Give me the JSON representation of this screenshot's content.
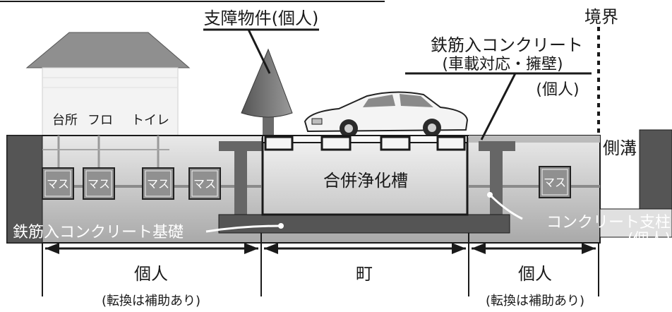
{
  "labels": {
    "obstacle": "支障物件(個人)",
    "boundary": "境界",
    "rc_top_line1": "鉄筋入コンクリート",
    "rc_top_line2": "(車載対応・擁壁)",
    "rc_top_line3": "(個人)",
    "kitchen": "台所",
    "bath": "フロ",
    "toilet": "トイレ",
    "gutter": "側溝",
    "septic_tank": "合併浄化槽",
    "basin": "マス",
    "foundation": "鉄筋入コンクリート基礎",
    "pillar_line1": "コンクリート支柱",
    "pillar_line2": "(個人)",
    "left_span": "個人",
    "left_span_note": "(転換は補助あり)",
    "mid_span": "町",
    "right_span": "個人",
    "right_span_note": "(転換は補助あり)"
  }
}
